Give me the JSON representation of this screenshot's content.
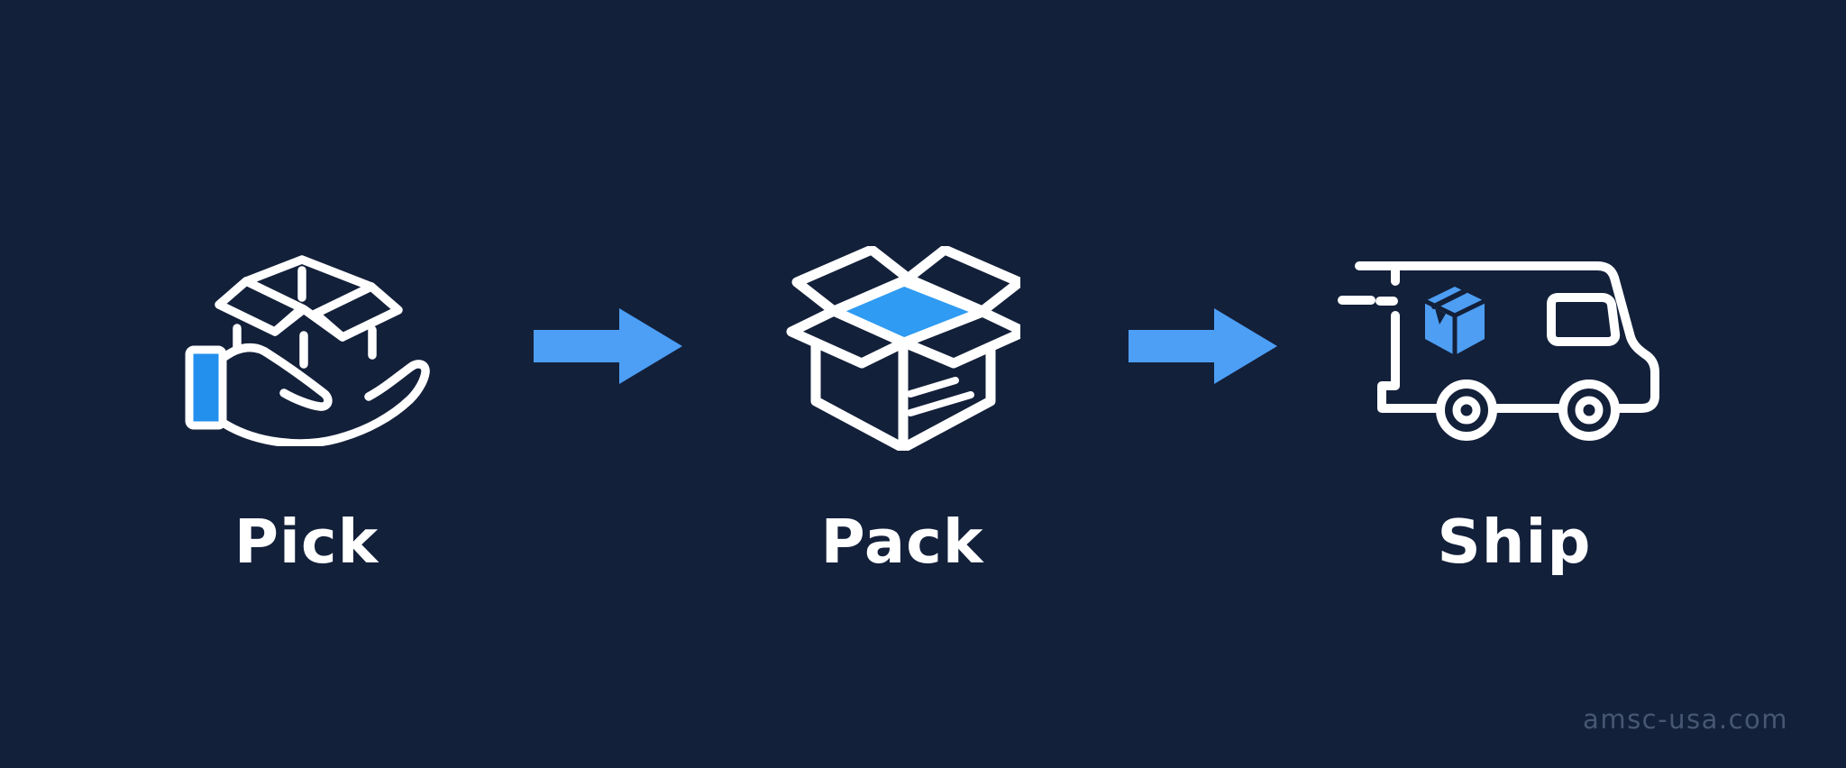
{
  "title": "Pick Pack Ship fulfillment process diagram",
  "steps": [
    {
      "label": "Pick",
      "icon": "hand-holding-open-box-icon"
    },
    {
      "label": "Pack",
      "icon": "open-box-icon"
    },
    {
      "label": "Ship",
      "icon": "delivery-truck-icon"
    }
  ],
  "arrows": [
    {
      "direction": "right"
    },
    {
      "direction": "right"
    }
  ],
  "watermark": "amsc-usa.com",
  "colors": {
    "bg": "#13203A",
    "ink": "#FFFFFF",
    "arrow": "#4D9FF6",
    "accent": "#2F9BF2",
    "cuff": "#2490EE",
    "parcel": "#4E9EF3",
    "watermark": "#8FA0C0"
  }
}
